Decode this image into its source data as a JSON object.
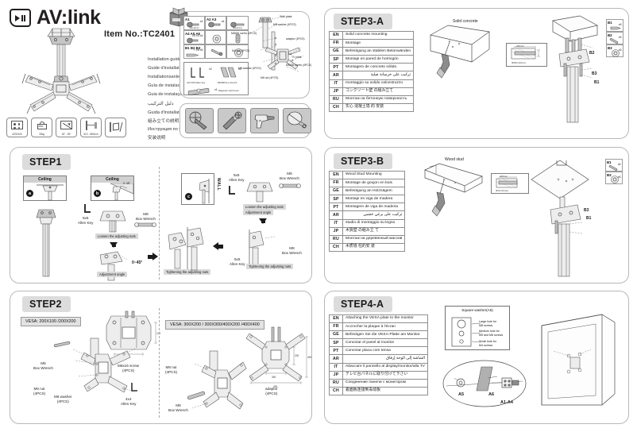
{
  "brand": {
    "name": "AV:link",
    "logo_icon": "play-pause-icon"
  },
  "cover": {
    "item_no": "Item No.:TC2401",
    "languages": [
      "Installation  guide",
      "Guide d'installation",
      "Installationsanleitung",
      "Guía de instalación",
      "Guia de instalação",
      "دليل التركيب",
      "Guida d'installatione",
      "組み立ての説明",
      "Инструкция по установке",
      "安装说明"
    ],
    "specs": [
      {
        "icon": "vesa-pattern-icon",
        "caption": "400X400"
      },
      {
        "icon": "max-weight-icon",
        "caption": "30kg"
      },
      {
        "icon": "screen-size-icon",
        "caption": "26\" - 55\""
      },
      {
        "icon": "extension-icon",
        "caption": "510 - 850mm"
      },
      {
        "icon": "tilt-swivel-icon",
        "caption": ""
      }
    ]
  },
  "parts": {
    "rows": [
      [
        {
          "id": "A1",
          "qty": "x4",
          "caption": "M4x12mm"
        },
        {
          "id": "A2 A3",
          "qty": "x4",
          "caption": "M5x12mm  M6x12mm"
        },
        {
          "id": "",
          "qty": "",
          "caption": "M8x12mm"
        }
      ],
      [
        {
          "id": "A4 A5 A6",
          "qty": "x4 x4 x4",
          "caption": "Washers"
        },
        {
          "id": "",
          "qty": "",
          "caption": ""
        },
        {
          "id": "",
          "qty": "",
          "caption": ""
        }
      ],
      [
        {
          "id": "B1 B2 B3",
          "qty": "7 x5 x5",
          "caption": ""
        },
        {
          "id": "",
          "qty": "",
          "caption": ""
        },
        {
          "id": "",
          "qty": "",
          "caption": ""
        }
      ]
    ],
    "tools": [
      {
        "id": "",
        "qty": "x2",
        "caption": "4x4 /5x5  Allen key"
      },
      {
        "id": "",
        "qty": "x2",
        "caption": "M6/M8  box wrench"
      },
      {
        "id": "",
        "qty": "x1",
        "caption": "Magnetic spirit level"
      }
    ]
  },
  "cover_diagram": {
    "labels": [
      "Wall plate",
      "M8x50 screw (4PCS)",
      "M8 washer (4PCS)",
      "M4 nut (4PCS)",
      "M6 washer (4PCS)",
      "M6 nut (4PCS)",
      "adaptor (4PCS)",
      "TV plate",
      "M6x16 screw (4PCS)"
    ]
  },
  "tool_icons": [
    "flathead-screwdriver-icon",
    "phillips-screwdriver-icon",
    "power-drill-icon",
    "tape-measure-icon"
  ],
  "step1": {
    "title": "STEP1",
    "sub_a": {
      "caption": "Ceiling",
      "badge": "a"
    },
    "sub_b": {
      "caption": "Ceiling",
      "badge": "b",
      "angle": "0~45°"
    },
    "sub_c": {
      "caption": "WALL",
      "badge": "c"
    },
    "tools": {
      "allen_key": "5x5\nAllen Key",
      "allen_key_l1": "5x5",
      "allen_key_l2": "Allen Key",
      "box_wrench_l1": "M8",
      "box_wrench_l2": "Box Wrench"
    },
    "chips": {
      "loosen": "Loosen the adjusting nuts",
      "adjust": "Adjustment angle",
      "tighten": "Tightening the adjusting nuts"
    },
    "angle": "0~45°"
  },
  "step2": {
    "title": "STEP2",
    "left": {
      "vesa": "VESA: 200X100 /200X200",
      "labels": [
        {
          "l1": "M6",
          "l2": "Box Wrench"
        },
        {
          "l1": "M6 nut",
          "l2": "(4PCS)"
        },
        {
          "l1": "M6 washer",
          "l2": "(4PCS)"
        },
        {
          "l1": "M6x16 screw",
          "l2": "(4PCS)"
        },
        {
          "l1": "4x4",
          "l2": "Allen Key"
        }
      ],
      "dims": [
        "200",
        "100",
        "200"
      ]
    },
    "right": {
      "vesa": "VESA: 300X200 / 300X300/400X200 /400X400",
      "labels": [
        {
          "l1": "M8 nut",
          "l2": "(4PCS)"
        },
        {
          "l1": "M8",
          "l2": "Box Wrench"
        },
        {
          "l1": "adaptor",
          "l2": "(4PCS)"
        }
      ],
      "dims": [
        "400",
        "300",
        "200",
        "300",
        "400"
      ]
    }
  },
  "step3a": {
    "title": "STEP3-A",
    "scene_label": "Solid concrete",
    "part_labels": [
      "B2",
      "B3",
      "B1"
    ],
    "drill_depth": "≥50mm",
    "drill_dia": "Φ3/8  (10mm)",
    "kit": [
      {
        "id": "B1",
        "qty": "x5"
      },
      {
        "id": "B2",
        "qty": "x5"
      },
      {
        "id": "B3",
        "qty": "x5"
      }
    ],
    "table": [
      {
        "code": "EN",
        "text": "Solid  concrete  mounting"
      },
      {
        "code": "FR",
        "text": "Montage"
      },
      {
        "code": "GE",
        "text": "Befestigung an stabilen Betonwänden"
      },
      {
        "code": "SP",
        "text": "Montaje en pared de hormigón"
      },
      {
        "code": "PT",
        "text": "Montagem de concreto sólido"
      },
      {
        "code": "AR",
        "text": "تركيب على خرسانة صلبة",
        "rtl": true
      },
      {
        "code": "IT",
        "text": "montaggio su solido calcestruzzo"
      },
      {
        "code": "JP",
        "text": "コンクリート壁  の組み立て"
      },
      {
        "code": "RU",
        "text": "Монтаж на бетонную поверхность"
      },
      {
        "code": "CH",
        "text": "实心 混凝土墙 的 安装"
      }
    ]
  },
  "step3b": {
    "title": "STEP3-B",
    "scene_label": "Wood stud",
    "part_labels": [
      "B3",
      "B1"
    ],
    "drill_depth": "≥50mm",
    "drill_dia": "Φ1/4  (6mm)",
    "kit": [
      {
        "id": "B1",
        "qty": "x5"
      },
      {
        "id": "B3",
        "qty": "x5"
      }
    ],
    "table": [
      {
        "code": "EN",
        "text": "Wood Stud Mounting"
      },
      {
        "code": "FR",
        "text": "Montage de goujon en bois"
      },
      {
        "code": "GE",
        "text": "Befestigung an Holznägem"
      },
      {
        "code": "SP",
        "text": "Montaje en viga de madera"
      },
      {
        "code": "PT",
        "text": "Montagem de viga de madeira"
      },
      {
        "code": "AR",
        "text": "تركيب على برغي خشبي",
        "rtl": true
      },
      {
        "code": "IT",
        "text": "studio di montaggio su legno"
      },
      {
        "code": "JP",
        "text": "木質壁  の組み立  て"
      },
      {
        "code": "RU",
        "text": "Монтаж на деревянный массив"
      },
      {
        "code": "CH",
        "text": "木质墙  柱的安 装"
      }
    ]
  },
  "step4a": {
    "title": "STEP4-A",
    "washer": {
      "title": "Square washer(A6)",
      "notes": [
        "Large hole for\nM8 screws",
        "Medium hole for\nM5 and M6 screws",
        "Small hole for\nM4 screws"
      ],
      "note1_l1": "Large hole for",
      "note1_l2": "M8 screws",
      "note2_l1": "Medium hole for",
      "note2_l2": "M5 and M6 screws",
      "note3_l1": "Small hole for",
      "note3_l2": "M4 screws"
    },
    "callouts": [
      "A5",
      "A6",
      "A1-A4"
    ],
    "table": [
      {
        "code": "EN",
        "text": "Attaching the VESA plate to the monitor"
      },
      {
        "code": "FR",
        "text": "Accrocher la plaque à l'écran"
      },
      {
        "code": "GE",
        "text": "Befestigen Sie die VESA-Platte am Monitor"
      },
      {
        "code": "SP",
        "text": "Conectar el panel al monitor"
      },
      {
        "code": "PT",
        "text": "Conectar placa com tensa"
      },
      {
        "code": "AR",
        "text": "الشاشة إلى الوحة إرفاق",
        "rtl": true
      },
      {
        "code": "IT",
        "text": "Attaccare il pannello al display/monitor/alla TV"
      },
      {
        "code": "JP",
        "text": "テレビ台パネルに取り付けて下さい"
      },
      {
        "code": "RU",
        "text": "Соединение панели с монитором"
      },
      {
        "code": "CH",
        "text": "着面板连接到毒动板"
      }
    ]
  },
  "colors": {
    "panel_border": "#b8b8b8",
    "head_bg": "#dcdcdc",
    "chip_bg": "#d9d9d9",
    "ink": "#231f20"
  }
}
